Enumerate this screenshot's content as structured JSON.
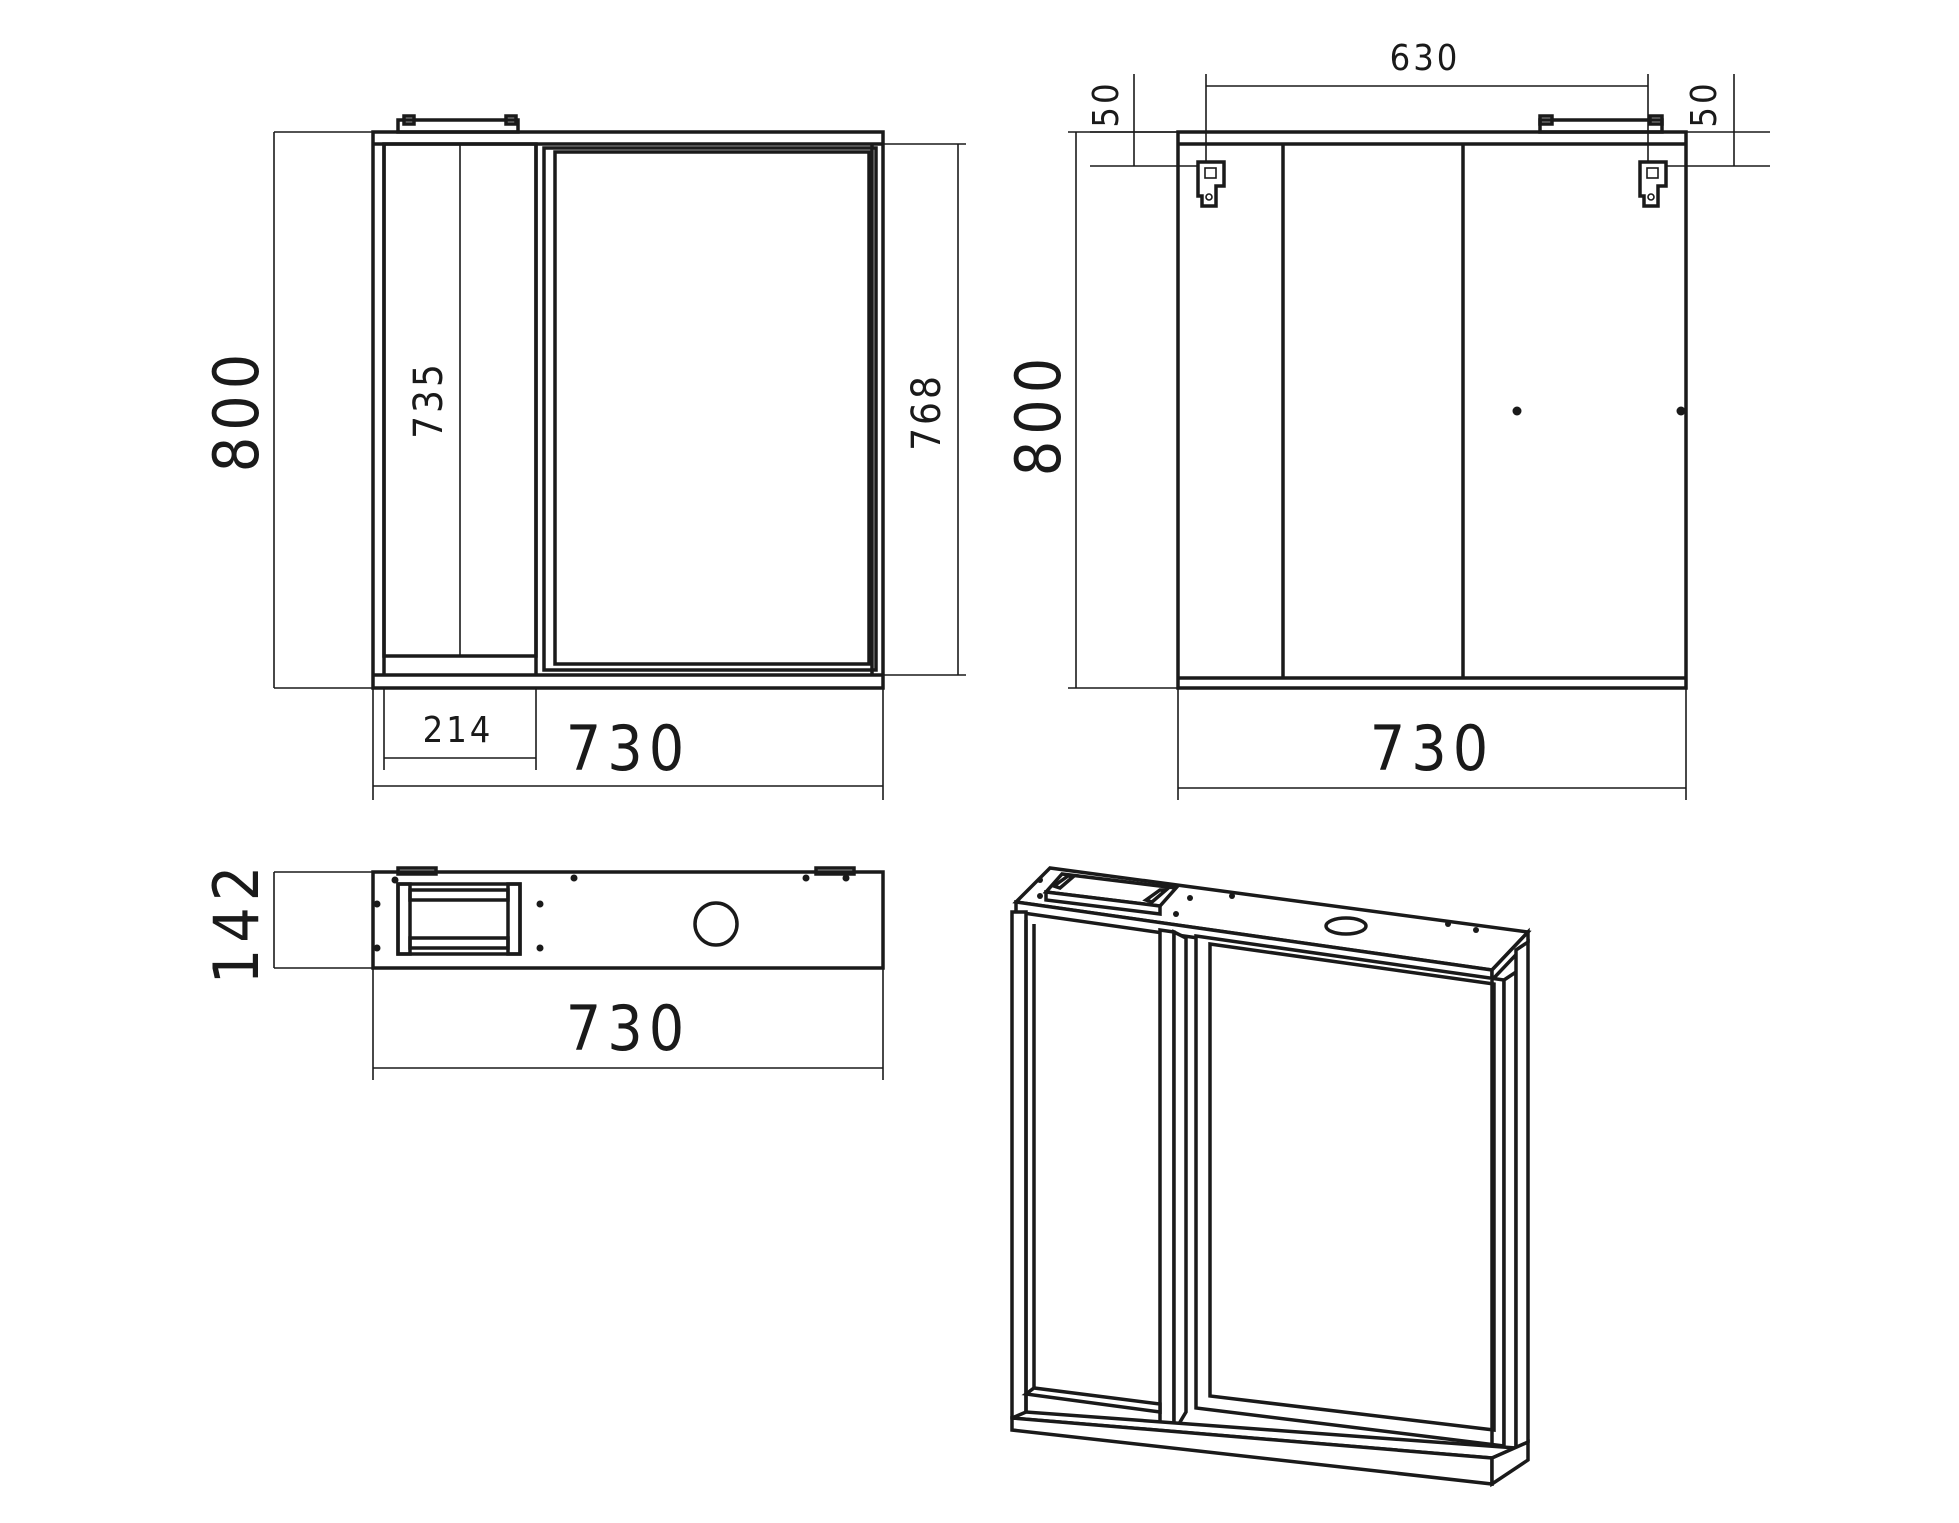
{
  "front_view": {
    "height_label": "800",
    "inner_height_label": "735",
    "door_height_label": "768",
    "shelf_width_label": "214",
    "width_label": "730"
  },
  "back_view": {
    "bracket_spacing_label": "630",
    "offset_left_label": "50",
    "offset_right_label": "50",
    "height_label": "800",
    "width_label": "730"
  },
  "top_view": {
    "depth_label": "142",
    "width_label": "730"
  },
  "colors": {
    "line": "#1a1a1a",
    "background": "#ffffff"
  }
}
